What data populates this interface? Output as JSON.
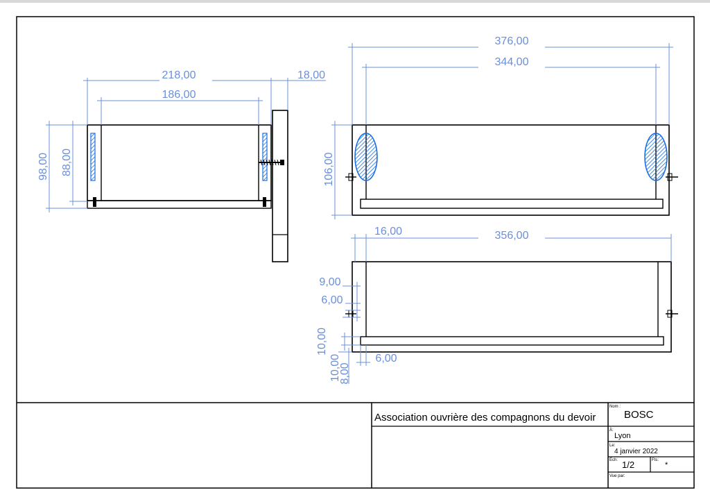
{
  "colors": {
    "dimension": "#6a8fd9",
    "part": "#000000",
    "hatch": "#1a6fe0",
    "background": "#ffffff",
    "strip": "#d8d8d8"
  },
  "dimensions": {
    "left_view": {
      "width_outer": "218,00",
      "width_inner": "186,00",
      "thickness": "18,00",
      "height_outer": "98,00",
      "height_inner": "88,00"
    },
    "right_top_view": {
      "width_outer": "376,00",
      "width_inner": "344,00",
      "height": "106,00"
    },
    "right_bottom_view": {
      "offset": "16,00",
      "width": "356,00",
      "d1": "9,00",
      "d2": "6,00",
      "d3": "10,00",
      "d4": "10,00",
      "d5": "8,00",
      "bottom_offset": "6,00"
    }
  },
  "title_block": {
    "organization": "Association ouvrière des compagnons du devoir",
    "name_label": "Nom :",
    "name": "BOSC",
    "place_label": "À:",
    "place": "Lyon",
    "date_label": "Le:",
    "date": "4 janvier 2022",
    "scale_label": "Éch:",
    "scale": "1/2",
    "format_label": "Fts:",
    "format": "*",
    "seen_label": "Vue par:"
  }
}
